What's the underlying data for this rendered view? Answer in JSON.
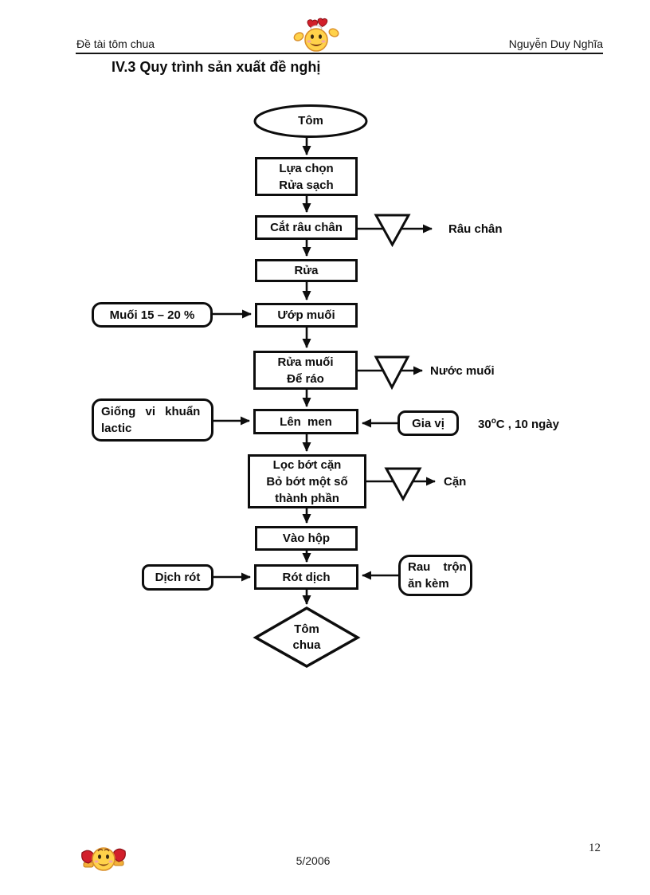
{
  "header": {
    "left": "Đề tài tôm chua",
    "right": "Nguyễn Duy Nghĩa",
    "title": "IV.3 Quy trình sản xuất đề nghị"
  },
  "flowchart": {
    "start": {
      "label": "Tôm"
    },
    "steps": [
      {
        "lines": [
          "Lựa chọn",
          "Rửa sạch"
        ]
      },
      {
        "lines": [
          "Cắt râu chân"
        ]
      },
      {
        "lines": [
          "Rửa"
        ]
      },
      {
        "lines": [
          "Ướp muối"
        ]
      },
      {
        "lines": [
          "Rửa muối",
          "Để ráo"
        ]
      },
      {
        "lines": [
          "Lên men"
        ]
      },
      {
        "lines": [
          "Lọc bớt cặn",
          "Bỏ bớt một số",
          "thành phần"
        ]
      },
      {
        "lines": [
          "Vào hộp"
        ]
      },
      {
        "lines": [
          "Rót dịch"
        ]
      }
    ],
    "inputs": [
      {
        "lines": [
          "Muối 15 – 20 %"
        ]
      },
      {
        "lines": [
          "Giống vi khuẩn",
          "lactic"
        ]
      },
      {
        "lines": [
          "Gia vị"
        ]
      },
      {
        "lines": [
          "Dịch rót"
        ]
      },
      {
        "lines": [
          "Rau trộn",
          "ăn kèm"
        ]
      }
    ],
    "wastes": [
      "Râu chân",
      "Nước muối",
      "Cặn"
    ],
    "condition": {
      "base": "30",
      "sup": "o",
      "rest": "C , 10 ngày"
    },
    "end": {
      "lines": [
        "Tôm",
        "chua"
      ]
    }
  },
  "footer": {
    "date": "5/2006",
    "page_number": "12"
  },
  "icons": {
    "top_icon": "smiley-with-hearts",
    "bottom_icon": "smiley-with-boxing-gloves"
  },
  "colors": {
    "ink": "#0d0d0d",
    "smiley_yellow": "#ffd24a",
    "heart_red": "#cc2027",
    "background": "#ffffff"
  }
}
